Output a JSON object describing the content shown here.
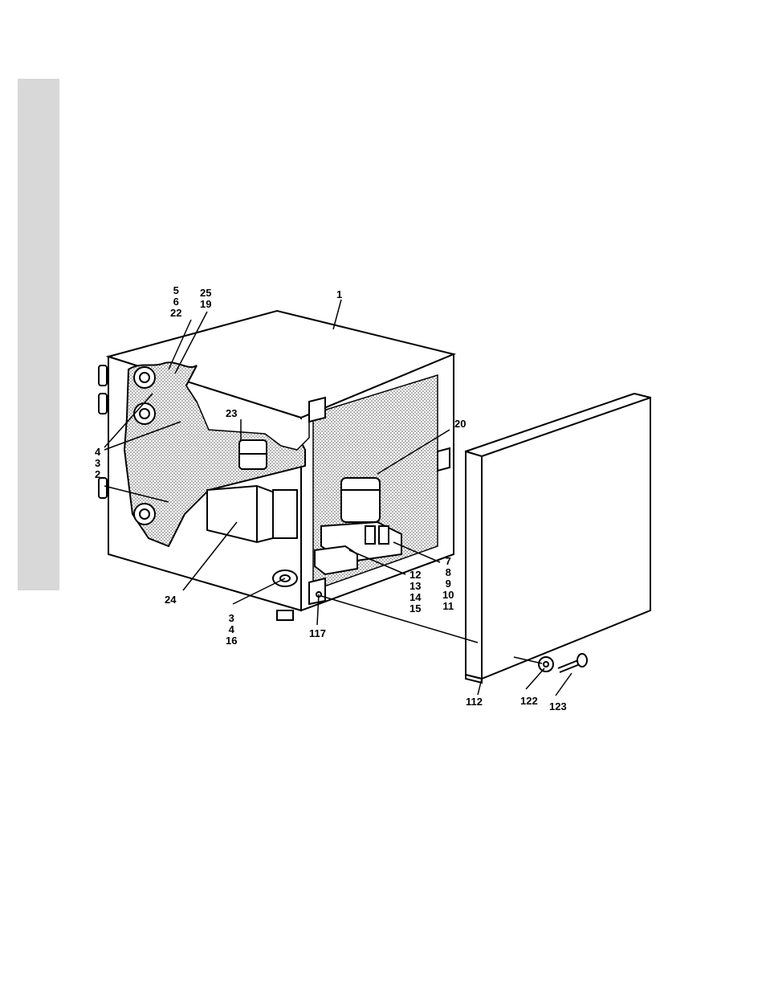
{
  "callouts": {
    "c1": "1",
    "c5": "5",
    "c6": "6",
    "c22": "22",
    "c25": "25",
    "c19": "19",
    "c23": "23",
    "c20": "20",
    "c4a": "4",
    "c3a": "3",
    "c2": "2",
    "c24": "24",
    "c3b": "3",
    "c4b": "4",
    "c16": "16",
    "c117": "117",
    "c12": "12",
    "c13": "13",
    "c14": "14",
    "c15": "15",
    "c7": "7",
    "c8": "8",
    "c9": "9",
    "c10": "10",
    "c11": "11",
    "c112": "112",
    "c122": "122",
    "c123": "123"
  }
}
